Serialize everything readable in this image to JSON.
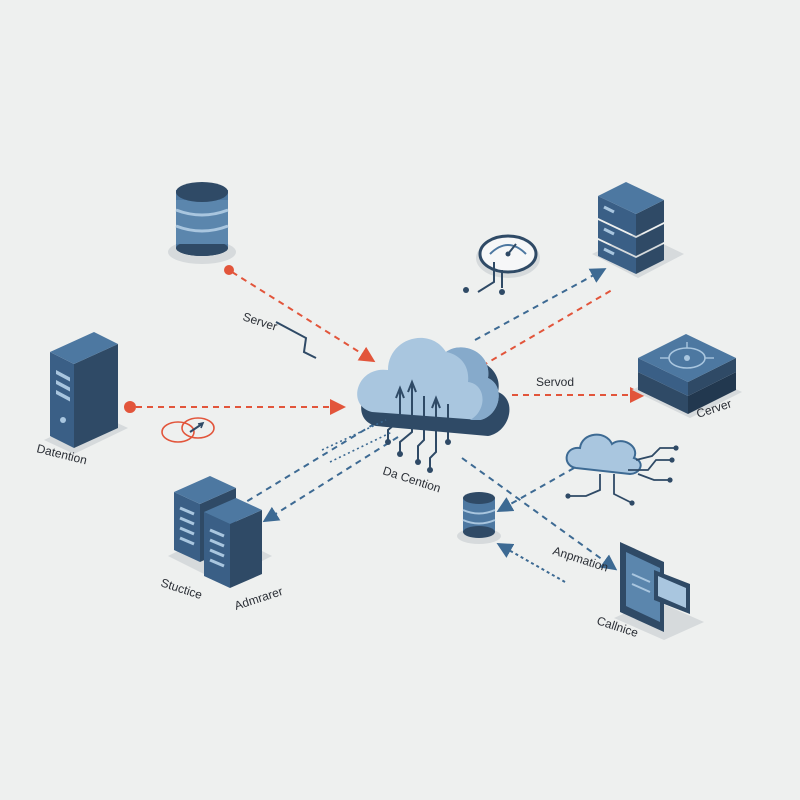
{
  "colors": {
    "background": "#eef0ef",
    "dark_blue": "#2f4a66",
    "mid_blue": "#4d78a1",
    "light_blue": "#a9c6df",
    "orange": "#e2553b",
    "dashed_blue": "#3d6a93"
  },
  "labels": {
    "server": "Server",
    "datention": "Datention",
    "servod": "Servod",
    "cerver": "Cerver",
    "da_cention": "Da Cention",
    "stuctice": "Stuctice",
    "admrarer": "Admrarer",
    "anpmation": "Anpmation",
    "callnice": "Callnice"
  },
  "nodes": [
    {
      "id": "db-top-left",
      "icon": "database-icon"
    },
    {
      "id": "tower-left",
      "icon": "server-tower-icon"
    },
    {
      "id": "rack-pair",
      "icon": "server-rack-icon"
    },
    {
      "id": "cloud-center",
      "icon": "cloud-icon"
    },
    {
      "id": "db-small",
      "icon": "database-icon"
    },
    {
      "id": "gauge",
      "icon": "gauge-icon"
    },
    {
      "id": "rack-top-right",
      "icon": "server-stack-icon"
    },
    {
      "id": "platform",
      "icon": "platform-icon"
    },
    {
      "id": "cloud-network",
      "icon": "cloud-network-icon"
    },
    {
      "id": "tablet",
      "icon": "tablet-icon"
    }
  ]
}
